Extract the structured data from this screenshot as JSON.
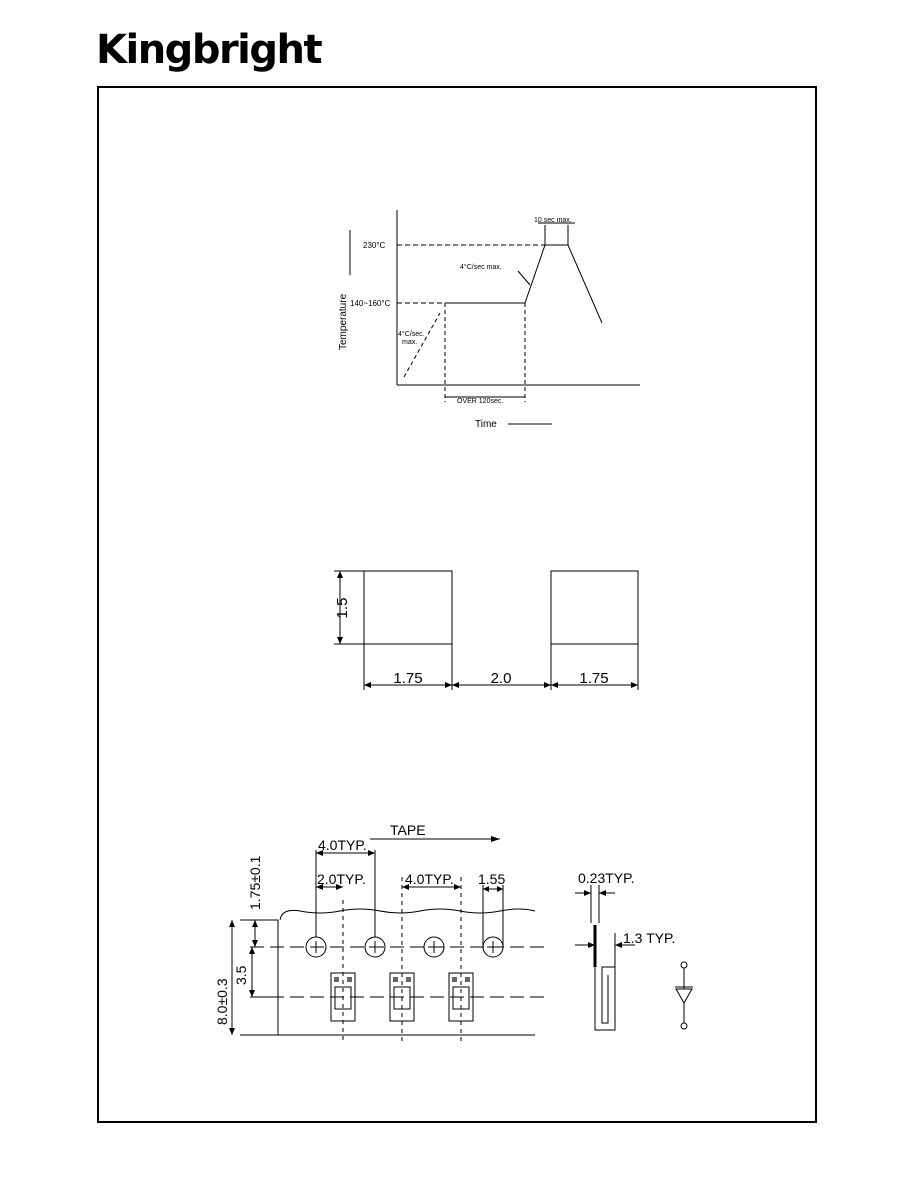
{
  "brand": {
    "logo_text": "Kingbright"
  },
  "reflow_profile": {
    "y_axis_label": "Temperature",
    "x_axis_label": "Time",
    "peak_temp": "230°C",
    "preheat_temp": "140~160°C",
    "peak_time": "10 sec max.",
    "ramp_up_rate": "4°C/sec max.",
    "initial_ramp_line1": "4°C/sec.",
    "initial_ramp_line2": "max.",
    "preheat_time": "OVER 120sec."
  },
  "pad_layout": {
    "height": "1.5",
    "pad_width_left": "1.75",
    "gap": "2.0",
    "pad_width_right": "1.75"
  },
  "tape": {
    "direction_label": "TAPE",
    "pitch_top": "4.0TYP.",
    "pitch_half": "2.0TYP.",
    "pocket_pitch": "4.0TYP.",
    "hole_diameter": "1.55",
    "edge_to_hole": "1.75±0.1",
    "tape_width": "8.0±0.3",
    "hole_to_pocket": "3.5",
    "thickness": "0.23TYP.",
    "pocket_depth": "1.3  TYP."
  }
}
